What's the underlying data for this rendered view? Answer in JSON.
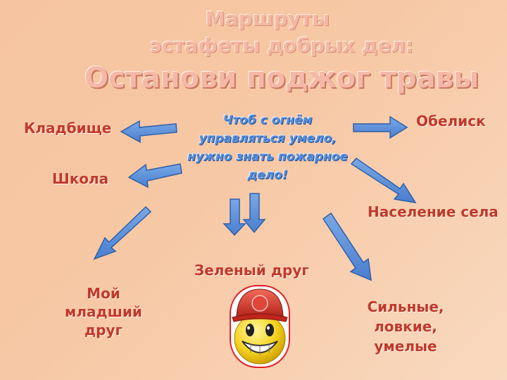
{
  "title": {
    "line1": "Маршруты",
    "line2": "эстафеты добрых дел:",
    "line3": "Останови поджог травы"
  },
  "center": {
    "text": "Чтоб с огнём управляться умело, нужно знать пожарное дело!"
  },
  "nodes": {
    "cemetery": "Кладбище",
    "school": "Школа",
    "obelisk": "Обелиск",
    "population": "Население села",
    "younger_friend": "Мой\nмладший друг",
    "green_friend": "Зеленый друг",
    "strong": "Сильные,\nловкие, умелые"
  },
  "colors": {
    "arrow_fill": "#5b8ed6",
    "arrow_stroke": "#2f5fa9",
    "node_text": "#c0392b",
    "background": "#f7c8a5"
  },
  "icons": {
    "mascot": "firefighter-smiley-icon"
  }
}
